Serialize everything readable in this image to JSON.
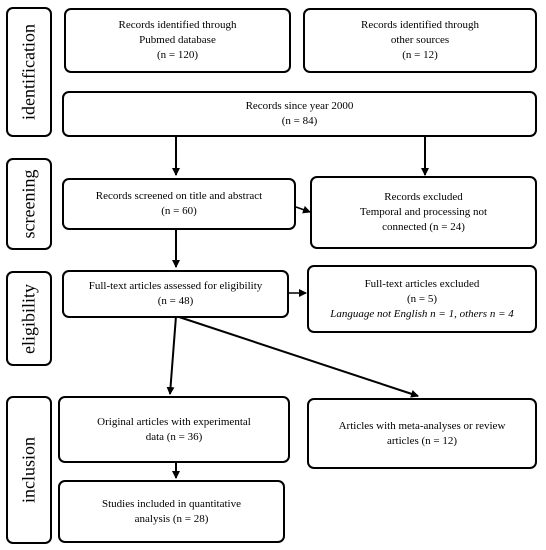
{
  "stages": {
    "identification": "identification",
    "screening": "screening",
    "eligibility": "eligibility",
    "inclusion": "inclusion"
  },
  "boxes": {
    "pubmed": {
      "line1": "Records identified through",
      "line2": "Pubmed database",
      "line3": "(n = 120)"
    },
    "other_sources": {
      "line1": "Records identified through",
      "line2": "other sources",
      "line3": "(n = 12)"
    },
    "since_2000": {
      "line1": "Records since year 2000",
      "line2": "(n = 84)"
    },
    "screened": {
      "line1": "Records screened on title and abstract",
      "line2": "(n = 60)"
    },
    "excluded": {
      "line1": "Records excluded",
      "line2": "Temporal and processing not",
      "line3": "connected (n = 24)"
    },
    "fulltext_assessed": {
      "line1": "Full-text articles assessed for eligibility",
      "line2": "(n = 48)"
    },
    "fulltext_excluded": {
      "line1": "Full-text articles excluded",
      "line2": "(n = 5)",
      "line3": "Language not English n = 1, others n = 4"
    },
    "original": {
      "line1": "Original articles with experimental",
      "line2": "data (n = 36)"
    },
    "meta": {
      "line1": "Articles with meta-analyses or review",
      "line2": "articles (n = 12)"
    },
    "included": {
      "line1": "Studies included in quantitative",
      "line2": "analysis (n = 28)"
    }
  }
}
